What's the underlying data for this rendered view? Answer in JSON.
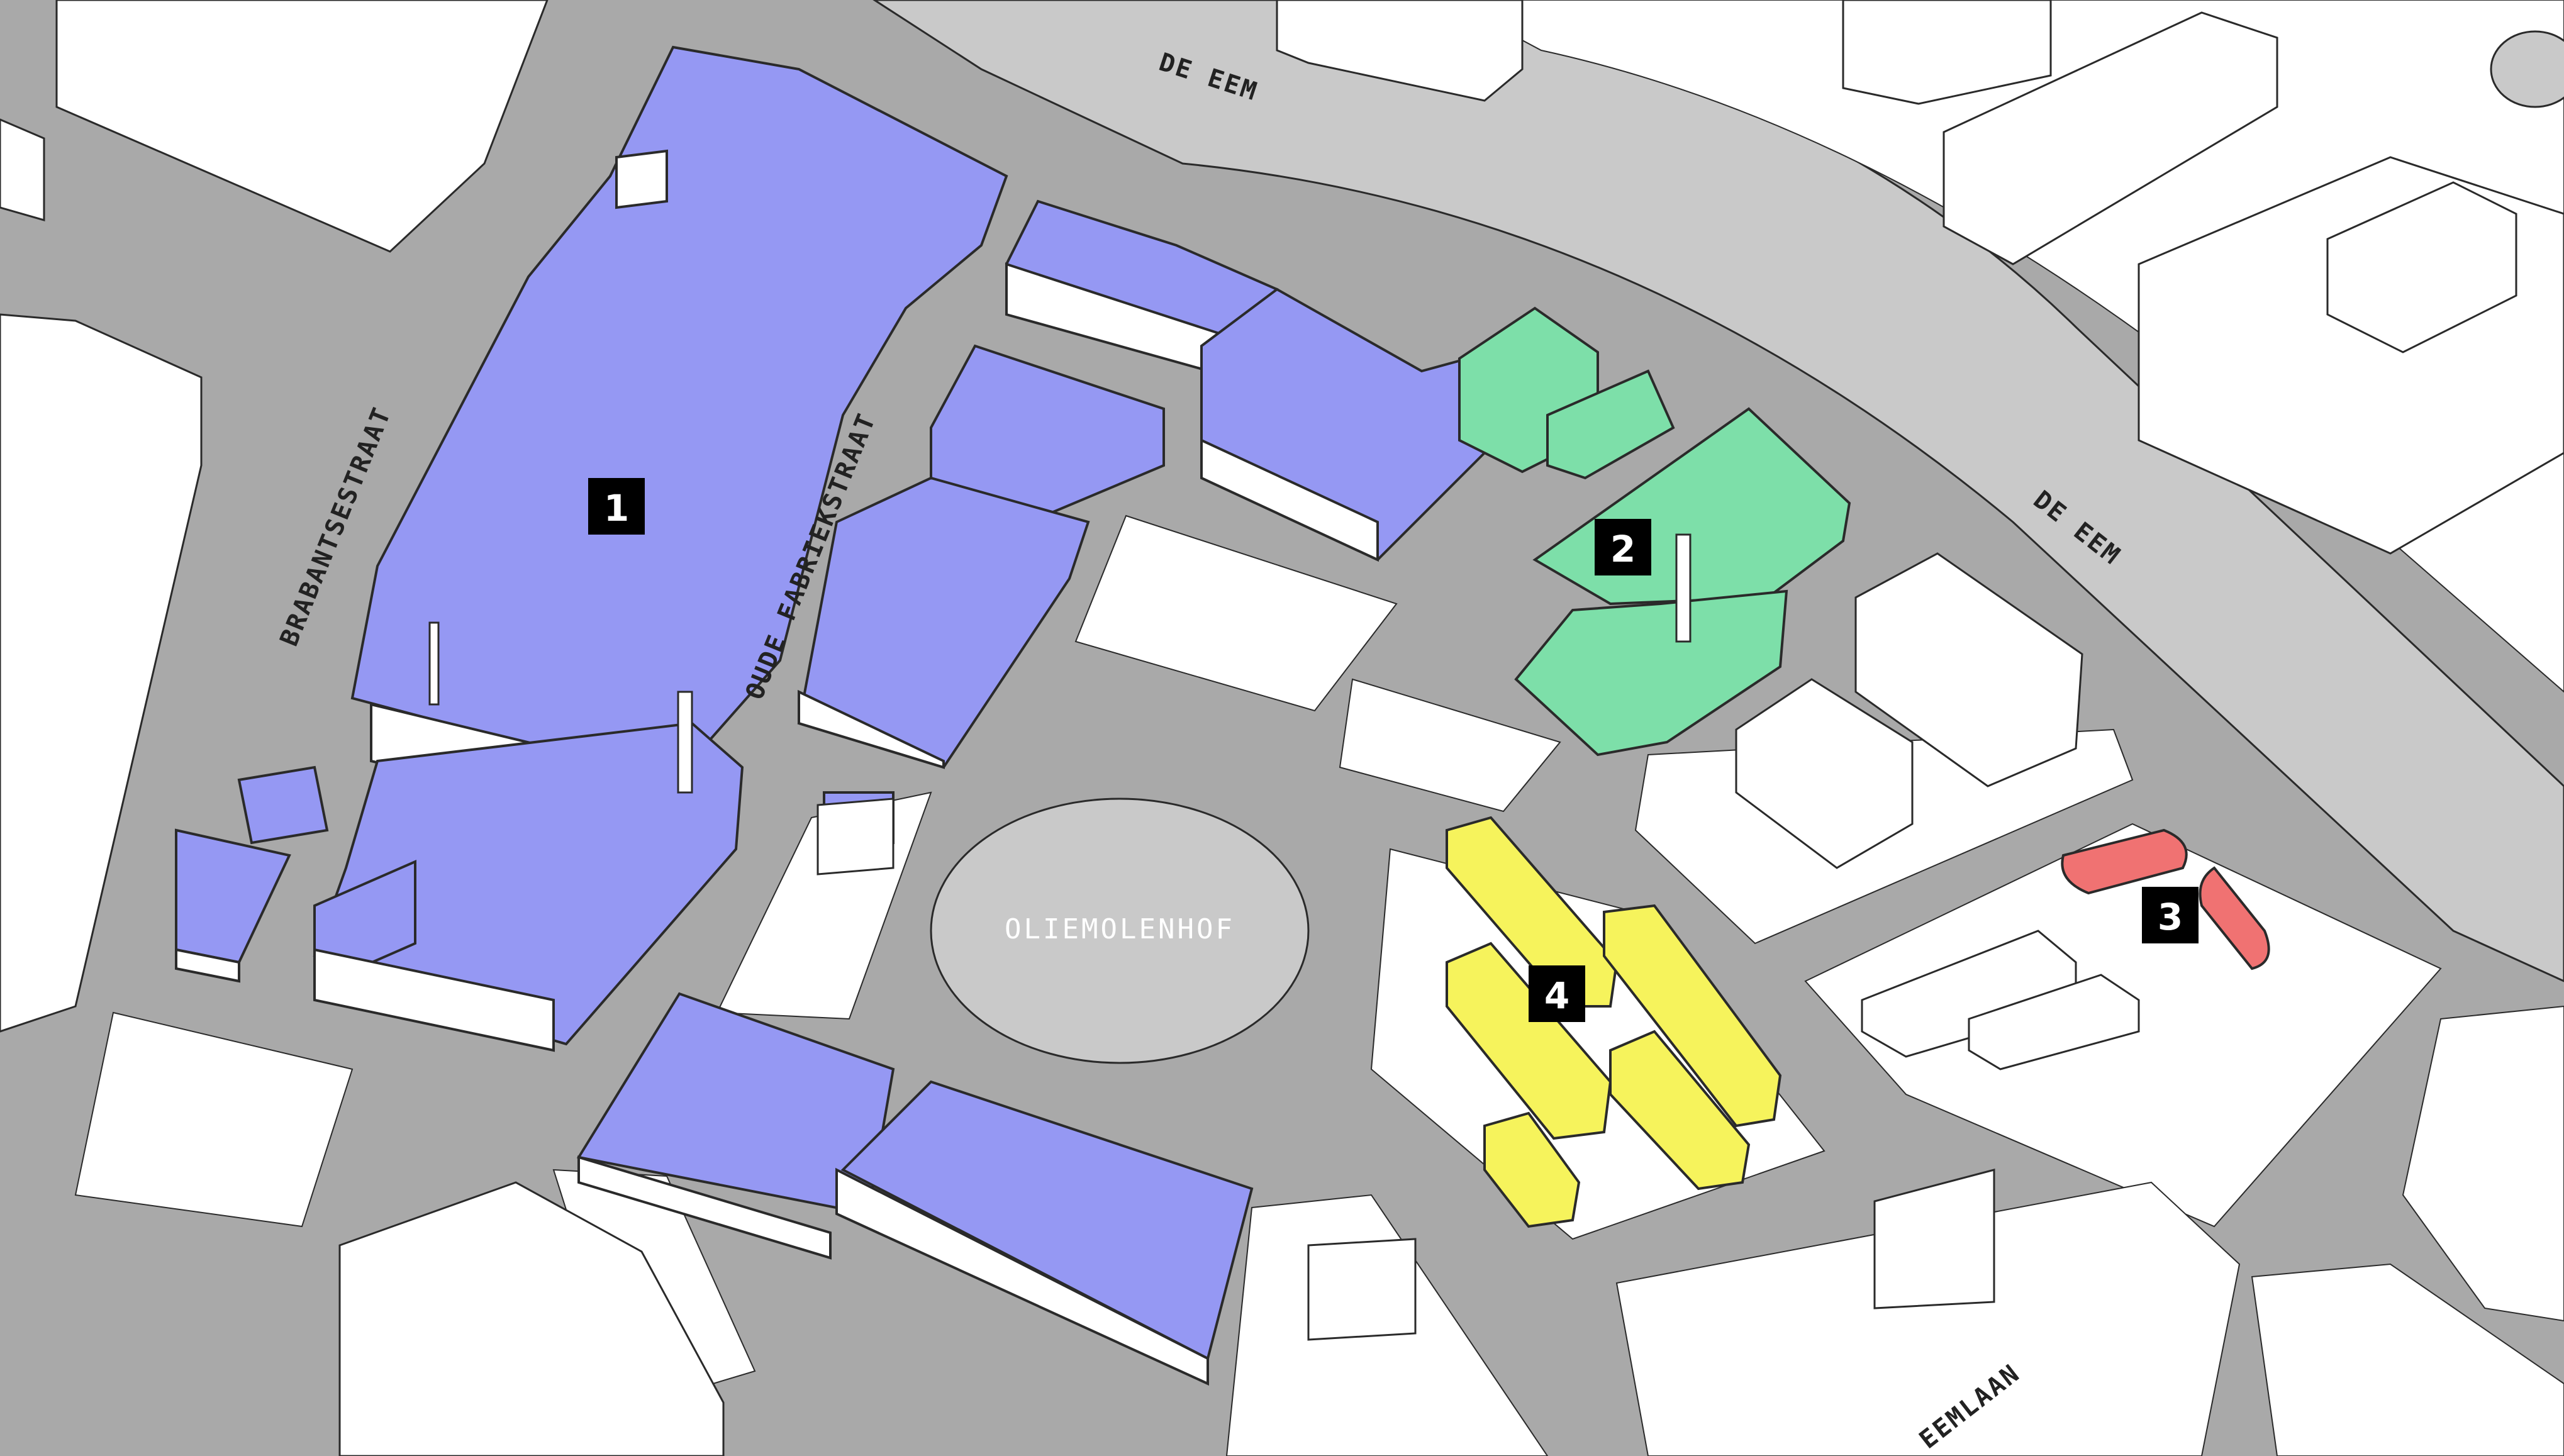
{
  "colors": {
    "road": "#a6a6a6",
    "road_light": "#c9c9c9",
    "ground": "#ffffff",
    "building": "#ffffff",
    "outline": "#2a2a2a",
    "blue": "#9598f3",
    "green": "#7ddfa9",
    "red": "#f07272",
    "yellow": "#f6f35c",
    "marker_bg": "#000000",
    "marker_fg": "#ffffff"
  },
  "streets": {
    "de_eem_top": "DE EEM",
    "de_eem_right": "DE EEM",
    "brabantsestraat": "BRABANTSESTRAAT",
    "oude_fabriekstraat": "OUDE FABRIEKSTRAAT",
    "eemlaan": "EEMLAAN",
    "oliemolenhof": "OLIEMOLENHOF"
  },
  "markers": [
    {
      "id": "1",
      "zone": "blue"
    },
    {
      "id": "2",
      "zone": "green"
    },
    {
      "id": "3",
      "zone": "red"
    },
    {
      "id": "4",
      "zone": "yellow"
    }
  ]
}
